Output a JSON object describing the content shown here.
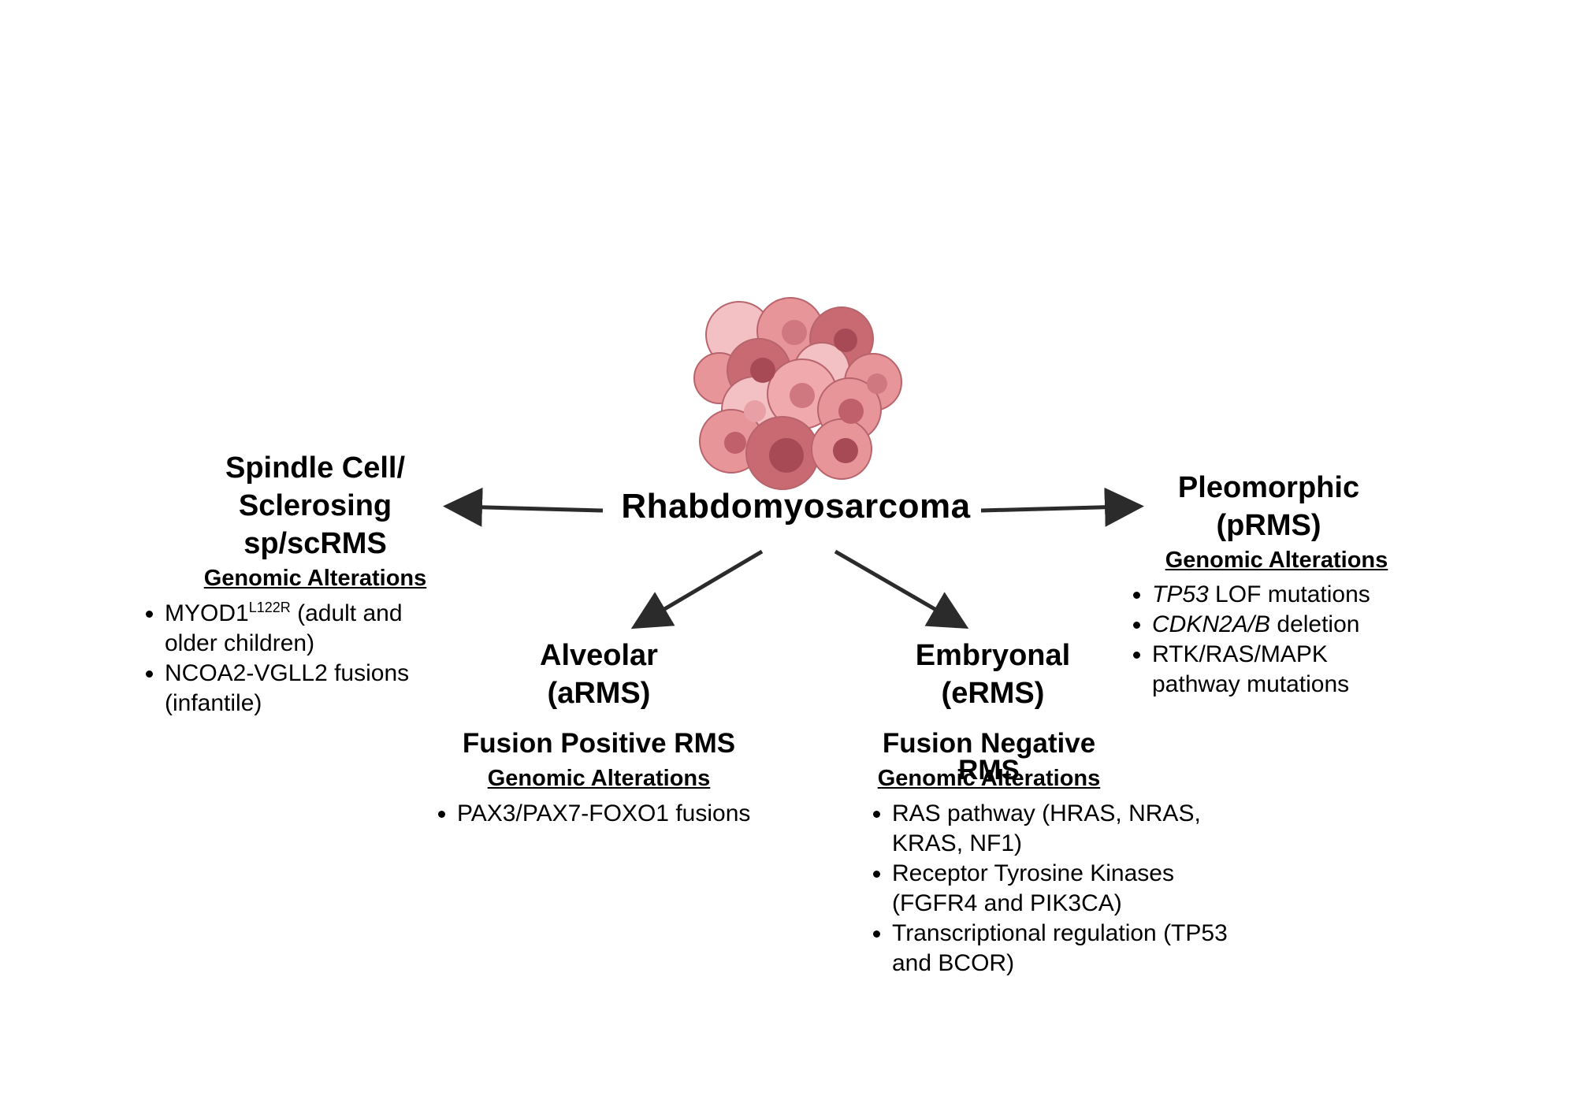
{
  "center": {
    "title": "Rhabdomyosarcoma",
    "image": "tumor-cell-cluster-icon"
  },
  "colors": {
    "arrow": "#2b2b2b",
    "cell_light": "#f3c1c4",
    "cell_mid": "#e8959a",
    "cell_dark": "#c96a72",
    "nucleus": "#a84a55"
  },
  "subtypes": {
    "spindle": {
      "title_line1": "Spindle Cell/",
      "title_line2": "Sclerosing",
      "title_line3": "sp/scRMS",
      "ga_heading": "Genomic Alterations",
      "items": [
        {
          "text": "MYOD1",
          "sup": "L122R",
          "rest": "(adult and older children)"
        },
        {
          "text": "NCOA2-VGLL2 fusions (infantile)"
        }
      ]
    },
    "pleomorphic": {
      "title_line1": "Pleomorphic",
      "title_line2": "(pRMS)",
      "ga_heading": "Genomic Alterations",
      "items": [
        {
          "italic": "TP53",
          "rest": " LOF mutations"
        },
        {
          "italic": "CDKN2A/B",
          "rest": " deletion"
        },
        {
          "text": "RTK/RAS/MAPK pathway mutations"
        }
      ]
    },
    "alveolar": {
      "title_line1": "Alveolar",
      "title_line2": "(aRMS)",
      "subtitle": "Fusion Positive RMS",
      "ga_heading": "Genomic Alterations",
      "items": [
        {
          "text": "PAX3/PAX7-FOXO1 fusions"
        }
      ]
    },
    "embryonal": {
      "title_line1": "Embryonal",
      "title_line2": "(eRMS)",
      "subtitle_line1": "Fusion Negative",
      "subtitle_line2": "RMS",
      "ga_heading": "Genomic Alterations",
      "items": [
        {
          "text": "RAS pathway (HRAS, NRAS, KRAS, NF1)"
        },
        {
          "text": "Receptor Tyrosine Kinases (FGFR4 and PIK3CA)"
        },
        {
          "text": "Transcriptional regulation (TP53 and BCOR)"
        }
      ]
    }
  }
}
